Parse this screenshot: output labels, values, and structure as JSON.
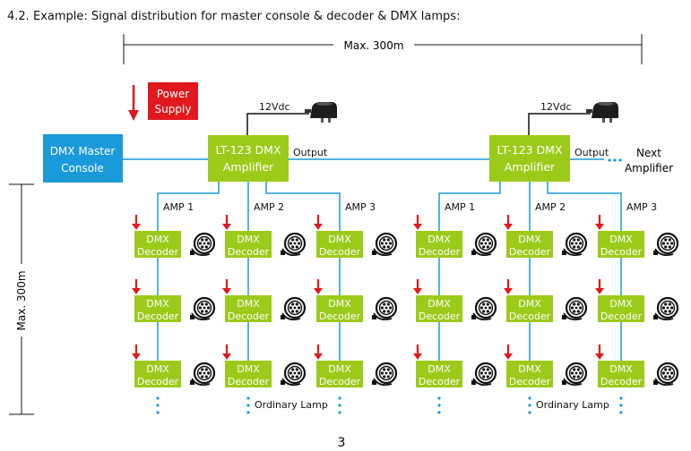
{
  "heading": "4.2. Example: Signal distribution for master console & decoder & DMX lamps:",
  "dimensions": {
    "horizontal": "Max. 300m",
    "vertical": "Max. 300m"
  },
  "power_supply": {
    "line1": "Power",
    "line2": "Supply"
  },
  "master_console": {
    "line1": "DMX Master",
    "line2": "Console"
  },
  "amplifiers": [
    {
      "line1": "LT-123 DMX",
      "line2": "Amplifier",
      "power": "12Vdc",
      "output": "Output",
      "amps": [
        "AMP 1",
        "AMP 2",
        "AMP 3"
      ],
      "lamp_label": "Ordinary Lamp"
    },
    {
      "line1": "LT-123 DMX",
      "line2": "Amplifier",
      "power": "12Vdc",
      "output": "Output",
      "amps": [
        "AMP 1",
        "AMP 2",
        "AMP 3"
      ],
      "lamp_label": "Ordinary Lamp"
    }
  ],
  "next_amplifier": {
    "line1": "Next",
    "line2": "Amplifier"
  },
  "decoder": {
    "line1": "DMX",
    "line2": "Decoder"
  },
  "page_number": "3",
  "colors": {
    "blue": "#1a9ad9",
    "green": "#9cca1a",
    "red": "#e0191e",
    "line": "#1a9ad9"
  },
  "icons": {
    "adapter": "power-adapter-icon",
    "lamp": "dmx-lamp-icon",
    "arrow": "red-arrow-icon"
  }
}
